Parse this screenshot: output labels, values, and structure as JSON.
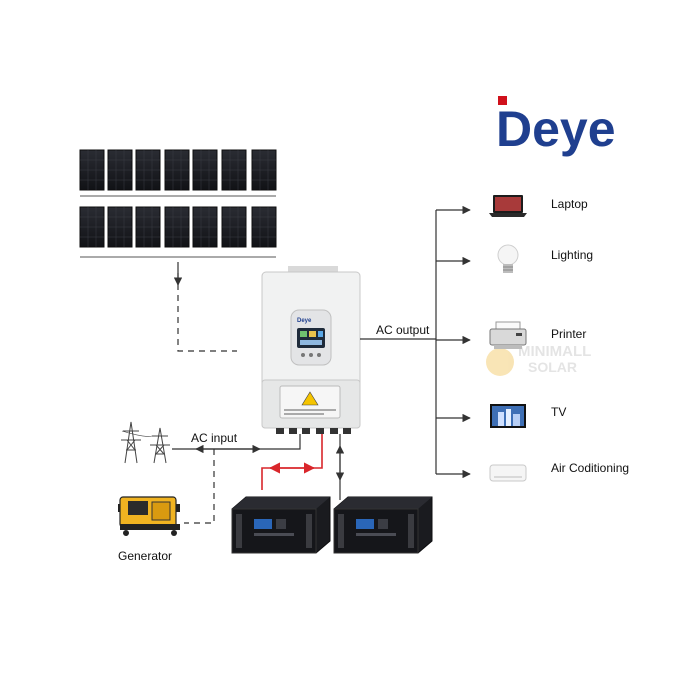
{
  "brand": {
    "name": "Deye",
    "logo_text": "Deye",
    "color": "#1f3f8f",
    "accent": "#d0111b"
  },
  "watermark": {
    "line1": "MINIMALL",
    "line2": "SOLAR",
    "color": "#cfcfcf"
  },
  "diagram": {
    "ac_output_label": "AC output",
    "ac_input_label": "AC input",
    "generator_label": "Generator",
    "loads": [
      {
        "label": "Laptop",
        "icon": "laptop-icon"
      },
      {
        "label": "Lighting",
        "icon": "light-bulb-icon"
      },
      {
        "label": "Printer",
        "icon": "printer-icon"
      },
      {
        "label": "TV",
        "icon": "tv-icon"
      },
      {
        "label": "Air Coditioning",
        "icon": "air-conditioner-icon"
      }
    ],
    "colors": {
      "line": "#333333",
      "battery_link": "#d9262b",
      "panel": "#1b1d22",
      "inverter_body": "#f1f2f2",
      "battery_body": "#16171a",
      "battery_accent": "#2a66b8"
    }
  }
}
